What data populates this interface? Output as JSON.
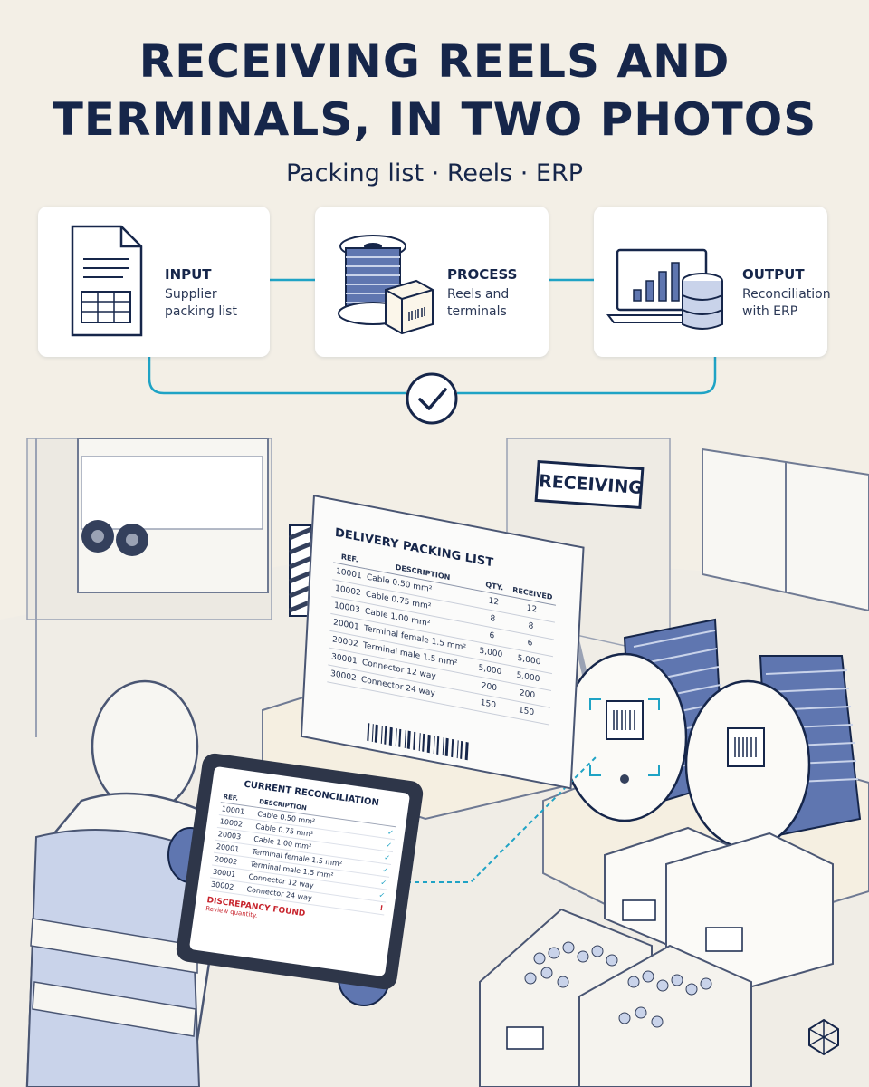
{
  "header": {
    "title_line1": "RECEIVING REELS AND",
    "title_line2": "TERMINALS, IN TWO PHOTOS",
    "subtitle": "Packing list · Reels · ERP"
  },
  "flow": {
    "steps": [
      {
        "label": "INPUT",
        "description": "Supplier\npacking list",
        "icon": "document-table-icon"
      },
      {
        "label": "PROCESS",
        "description": "Reels and\nterminals",
        "icon": "cable-reel-box-icon"
      },
      {
        "label": "OUTPUT",
        "description": "Reconciliation\nwith ERP",
        "icon": "laptop-database-icon"
      }
    ],
    "result_icon": "checkmark-circle-icon"
  },
  "scene": {
    "sign": "RECEIVING",
    "packing_list": {
      "title": "DELIVERY PACKING LIST",
      "columns": [
        "REF.",
        "DESCRIPTION",
        "QTY.",
        "RECEIVED"
      ],
      "rows": [
        [
          "10001",
          "Cable 0.50 mm²",
          "12",
          "12"
        ],
        [
          "10002",
          "Cable 0.75 mm²",
          "8",
          "8"
        ],
        [
          "10003",
          "Cable 1.00 mm²",
          "6",
          "6"
        ],
        [
          "20001",
          "Terminal female 1.5 mm²",
          "5,000",
          "5,000"
        ],
        [
          "20002",
          "Terminal male 1.5 mm²",
          "5,000",
          "5,000"
        ],
        [
          "30001",
          "Connector 12 way",
          "200",
          "200"
        ],
        [
          "30002",
          "Connector 24 way",
          "150",
          "150"
        ]
      ]
    },
    "tablet": {
      "title": "CURRENT RECONCILIATION",
      "columns": [
        "REF.",
        "DESCRIPTION"
      ],
      "rows": [
        [
          "10001",
          "Cable 0.50 mm²",
          "✓"
        ],
        [
          "10002",
          "Cable 0.75 mm²",
          "✓"
        ],
        [
          "20003",
          "Cable 1.00 mm²",
          "✓"
        ],
        [
          "20001",
          "Terminal female 1.5 mm²",
          "✓"
        ],
        [
          "20002",
          "Terminal male 1.5 mm²",
          "✓"
        ],
        [
          "30001",
          "Connector 12 way",
          "✓"
        ],
        [
          "30002",
          "Connector 24 way",
          "!"
        ]
      ],
      "alert_title": "DISCREPANCY FOUND",
      "alert_text": "Review quantity."
    }
  },
  "colors": {
    "navy": "#16264a",
    "accent": "#1fa3c5",
    "alert": "#c8262f",
    "background": "#f3efe6",
    "reel_blue": "#5f76b0"
  }
}
